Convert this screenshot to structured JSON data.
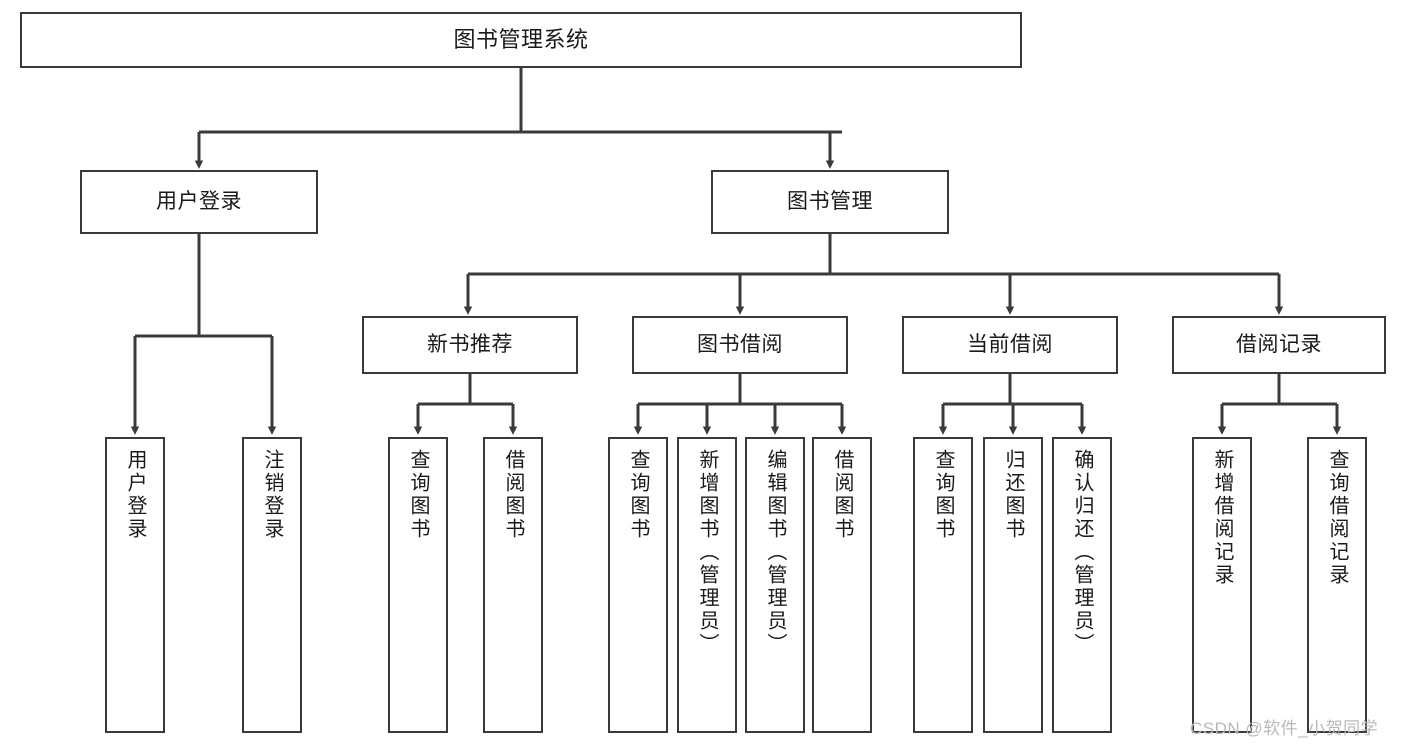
{
  "diagram": {
    "title": "图书管理系统",
    "type": "功能结构图",
    "watermark": "CSDN @软件_小贺同学",
    "line_color": "#3a3a3a",
    "box_fill": "#ffffff",
    "text_color": "#1a1a1a",
    "watermark_color": "#b9b9b9"
  },
  "root": {
    "label": "图书管理系统"
  },
  "level2": [
    {
      "label": "用户登录"
    },
    {
      "label": "图书管理"
    }
  ],
  "level3": [
    {
      "label": "新书推荐"
    },
    {
      "label": "图书借阅"
    },
    {
      "label": "当前借阅"
    },
    {
      "label": "借阅记录"
    }
  ],
  "leaves": {
    "user_login": [
      {
        "label": "用户登录"
      },
      {
        "label": "注销登录"
      }
    ],
    "new_book": [
      {
        "label": "查询图书"
      },
      {
        "label": "借阅图书"
      }
    ],
    "book_borrow": [
      {
        "label": "查询图书"
      },
      {
        "label": "新增图书（管理员）"
      },
      {
        "label": "编辑图书（管理员）"
      },
      {
        "label": "借阅图书"
      }
    ],
    "current_borrow": [
      {
        "label": "查询图书"
      },
      {
        "label": "归还图书"
      },
      {
        "label": "确认归还（管理员）"
      }
    ],
    "borrow_record": [
      {
        "label": "新增借阅记录"
      },
      {
        "label": "查询借阅记录"
      }
    ]
  }
}
